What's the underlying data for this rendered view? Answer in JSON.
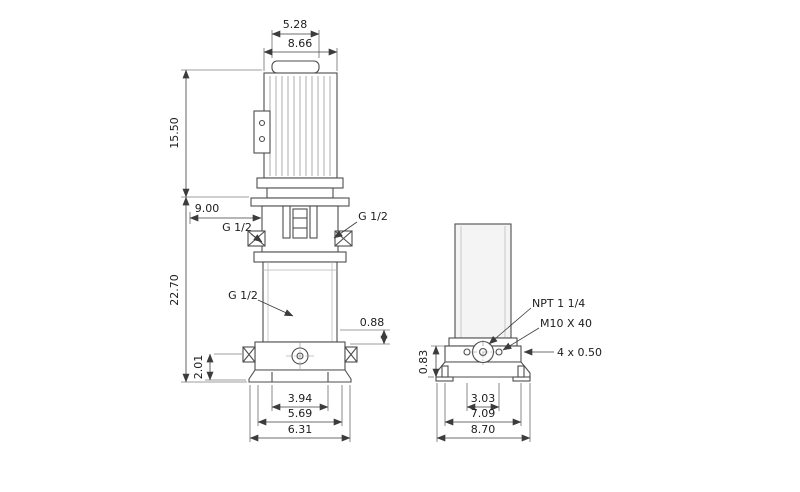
{
  "front_view": {
    "dims": {
      "cap_width": "5.28",
      "motor_width": "8.66",
      "motor_height": "15.50",
      "head_width": "9.00",
      "pump_height": "22.70",
      "base_offset": "0.88",
      "port_height": "2.01",
      "foot_inner_width": "3.94",
      "foot_width": "5.69",
      "base_width": "6.31"
    },
    "labels": {
      "port_top_left": "G 1/2",
      "port_top_right": "G 1/2",
      "port_mid": "G 1/2"
    }
  },
  "side_view": {
    "dims": {
      "flange_height": "0.83",
      "port_spacing": "3.03",
      "bolt_spacing": "7.09",
      "base_width": "8.70"
    },
    "labels": {
      "port_thread": "NPT 1 1/4",
      "bolt_spec": "M10 X 40",
      "slot_spec": "4 x 0.50"
    }
  }
}
